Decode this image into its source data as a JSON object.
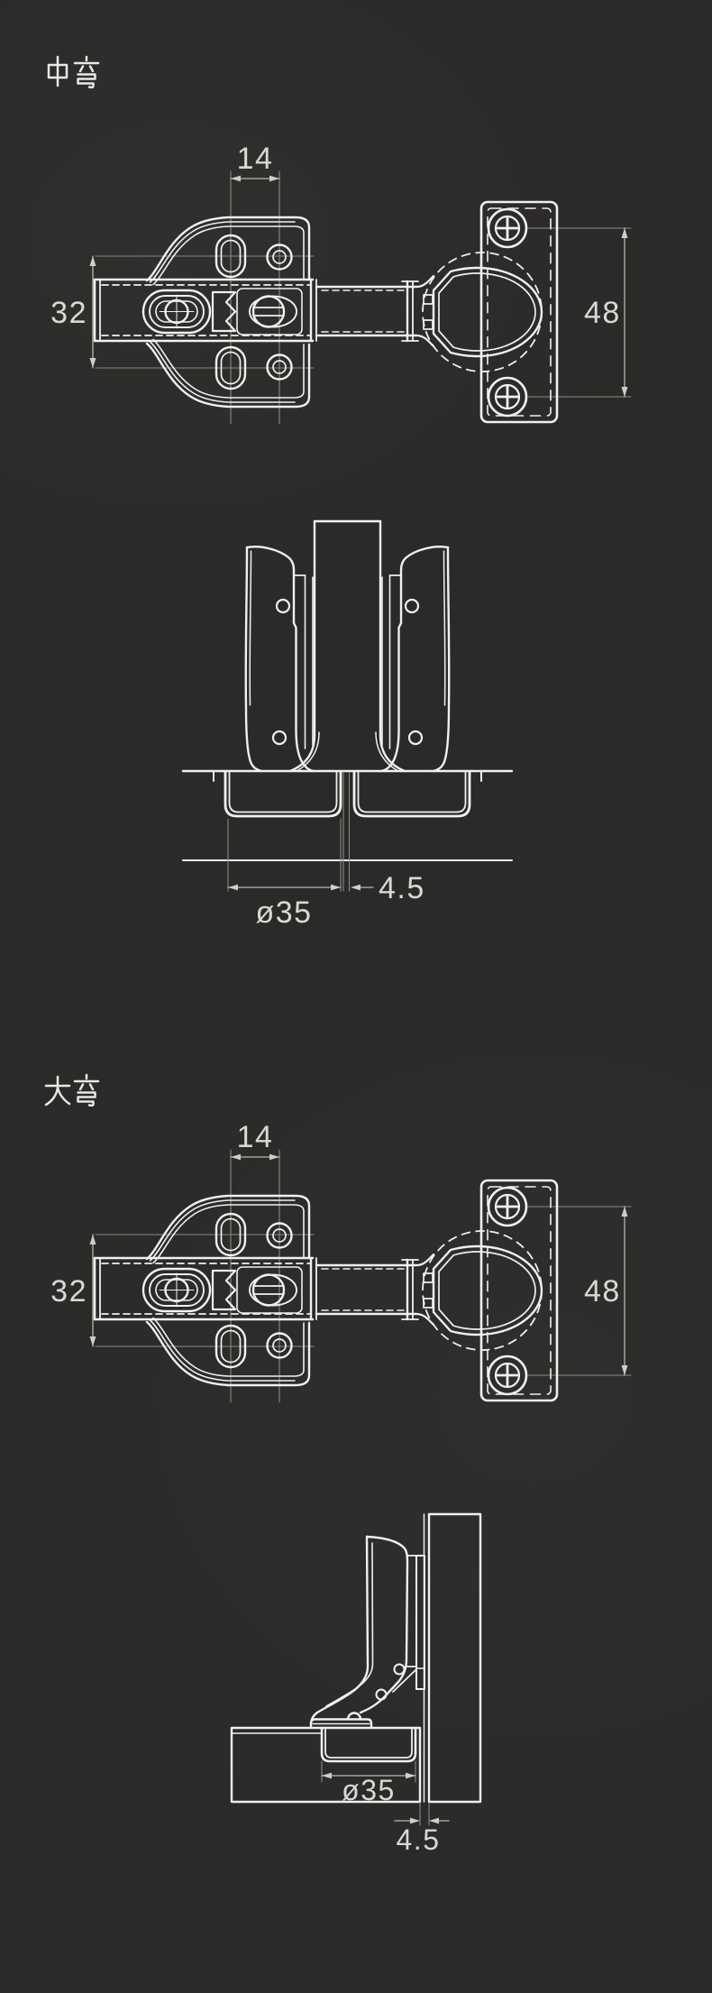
{
  "page": {
    "background": "#2b2a29",
    "stroke_color": "#f1f0ee",
    "dim_line_color": "#8a8985",
    "dim_text_color": "#d9d8d5"
  },
  "drawing": {
    "sections": [
      {
        "title": "中弯",
        "top_view": {
          "type": "hinge-plan-view",
          "dims": [
            "14",
            "32",
            "48"
          ]
        },
        "detail_view": {
          "type": "front-section-twin-doors",
          "dims": [
            "ø35",
            "4.5"
          ]
        }
      },
      {
        "title": "大弯",
        "top_view": {
          "type": "hinge-plan-view",
          "dims": [
            "14",
            "32",
            "48"
          ]
        },
        "detail_view": {
          "type": "side-section-inset-door",
          "dims": [
            "ø35",
            "4.5"
          ]
        }
      }
    ],
    "dims": {
      "hole_spacing": "14",
      "plate_span": "32",
      "screw_span": "48",
      "cup_diameter": "ø35",
      "edge_gap": "4.5"
    }
  }
}
